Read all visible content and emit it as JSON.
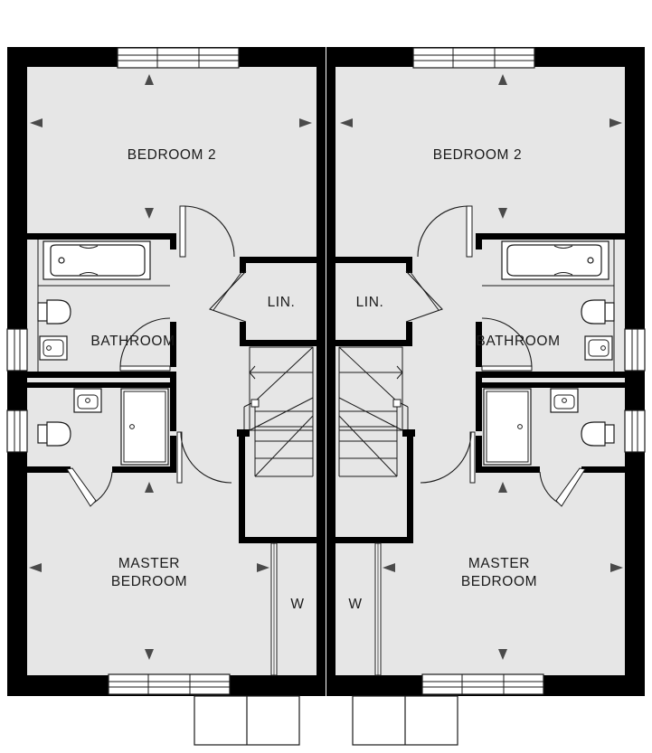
{
  "colors": {
    "wall": "#000000",
    "floor": "#e6e6e6",
    "fixture": "#ffffff",
    "line": "#1a1a1a",
    "arrow": "#4a4a4a"
  },
  "left_unit": {
    "bedroom2": "BEDROOM 2",
    "linen": "LIN.",
    "bathroom": "BATHROOM",
    "master_line1": "MASTER",
    "master_line2": "BEDROOM",
    "wardrobe": "W"
  },
  "right_unit": {
    "bedroom2": "BEDROOM 2",
    "linen": "LIN.",
    "bathroom": "BATHROOM",
    "master_line1": "MASTER",
    "master_line2": "BEDROOM",
    "wardrobe": "W"
  },
  "icons": [
    "bathtub-icon",
    "toilet-icon",
    "basin-icon",
    "shower-icon",
    "stair-icon",
    "door-swing-icon",
    "window-icon",
    "dimension-arrow-icon"
  ]
}
